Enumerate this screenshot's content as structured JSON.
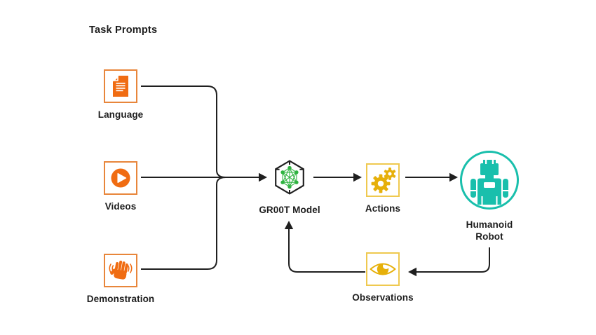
{
  "title": "Task Prompts",
  "colors": {
    "background": "#ffffff",
    "orange": "#f06c12",
    "orange_border": "#e8863b",
    "gold": "#e6b00a",
    "gold_border": "#efc94f",
    "teal": "#19bfac",
    "green": "#2fb340",
    "line": "#1f1f1f",
    "text": "#1d1d1d"
  },
  "nodes": {
    "language": {
      "label": "Language",
      "icon": "document-icon"
    },
    "videos": {
      "label": "Videos",
      "icon": "play-icon"
    },
    "demonstration": {
      "label": "Demonstration",
      "icon": "waving-hand-icon"
    },
    "groot": {
      "label": "GR00T Model",
      "icon": "neural-network-cube-icon"
    },
    "actions": {
      "label": "Actions",
      "icon": "gears-icon"
    },
    "humanoid_robot": {
      "label_line1": "Humanoid",
      "label_line2": "Robot",
      "icon": "humanoid-robot-icon"
    },
    "observations": {
      "label": "Observations",
      "icon": "eye-icon"
    }
  }
}
